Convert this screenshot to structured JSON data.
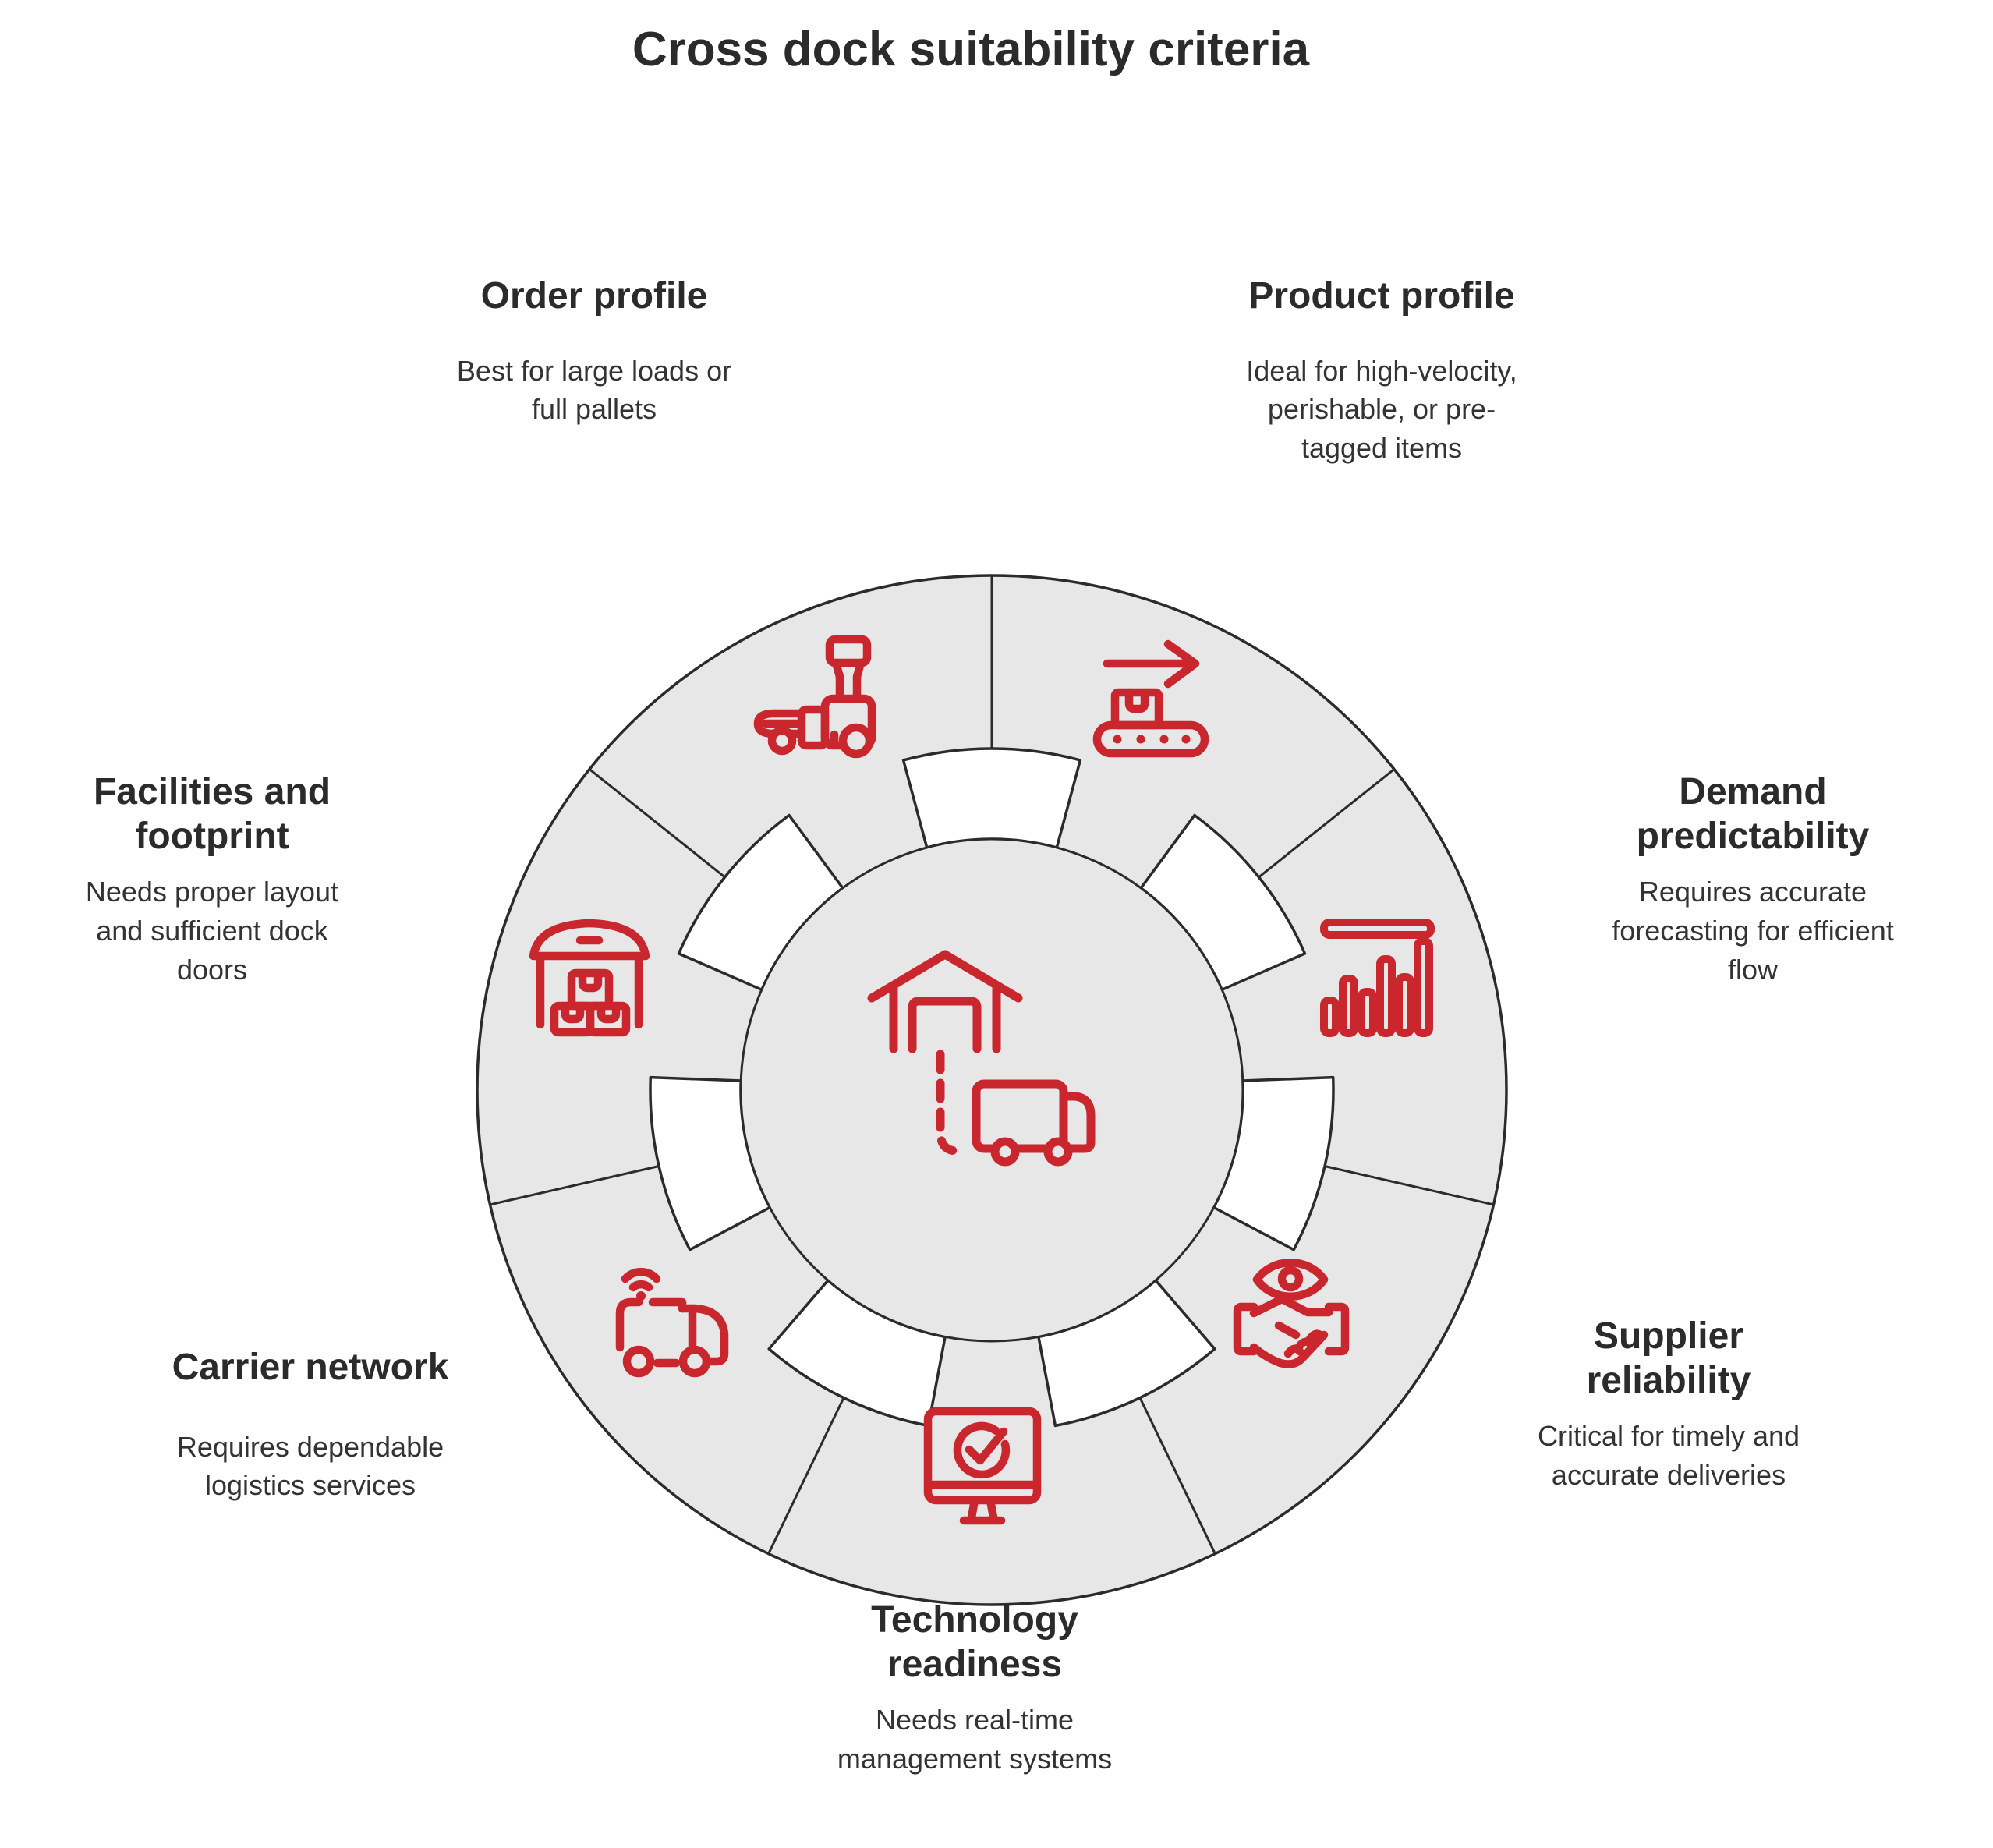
{
  "title": "Cross dock suitability criteria",
  "colors": {
    "accent_red": "#c9262e",
    "ring_fill": "#e7e7e7",
    "outline": "#2b2b2b",
    "text": "#2d2d2d",
    "notch_fill": "#ffffff"
  },
  "wheel": {
    "segments": 7,
    "center_icon": "cross-dock-warehouse-truck-icon"
  },
  "criteria": [
    {
      "id": "order-profile",
      "label": "Order profile",
      "description": "Best for large loads or\nfull pallets",
      "icon": "pallet-jack-icon",
      "position": "top-left"
    },
    {
      "id": "product-profile",
      "label": "Product profile",
      "description": "Ideal for high-velocity,\nperishable, or pre-\ntagged items",
      "icon": "conveyor-arrow-icon",
      "position": "top-right"
    },
    {
      "id": "demand-predictability",
      "label": "Demand\npredictability",
      "description": "Requires accurate\nforecasting for efficient\nflow",
      "icon": "bar-chart-icon",
      "position": "right"
    },
    {
      "id": "supplier-reliability",
      "label": "Supplier\nreliability",
      "description": "Critical for timely and\naccurate deliveries",
      "icon": "handshake-eye-icon",
      "position": "bottom-right"
    },
    {
      "id": "technology-readiness",
      "label": "Technology\nreadiness",
      "description": "Needs real-time\nmanagement systems",
      "icon": "monitor-check-icon",
      "position": "bottom"
    },
    {
      "id": "carrier-network",
      "label": "Carrier network",
      "description": "Requires dependable\nlogistics services",
      "icon": "connected-van-icon",
      "position": "bottom-left"
    },
    {
      "id": "facilities-footprint",
      "label": "Facilities and\nfootprint",
      "description": "Needs proper layout\nand sufficient dock\ndoors",
      "icon": "warehouse-boxes-icon",
      "position": "left"
    }
  ]
}
